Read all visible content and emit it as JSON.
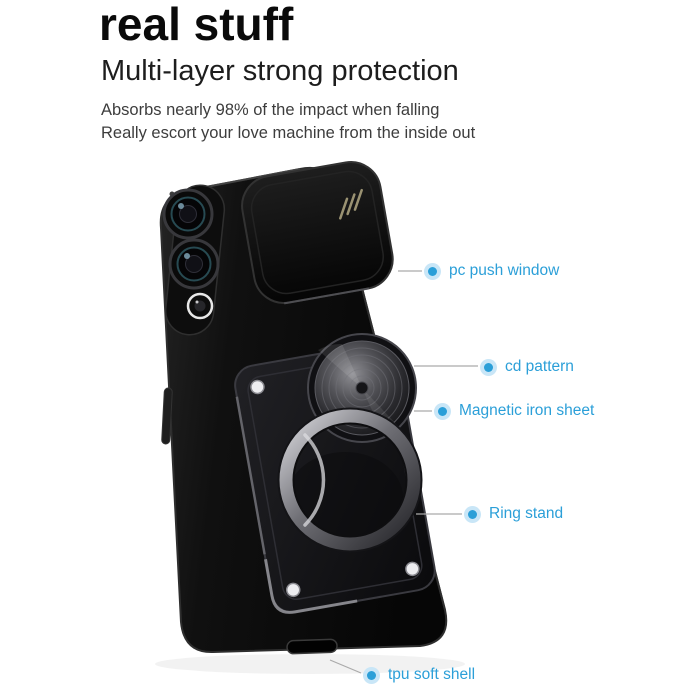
{
  "header": {
    "title": "real stuff",
    "subtitle": "Multi-layer strong protection",
    "description": [
      "Absorbs nearly 98% of the impact when falling",
      "Really escort your love machine from the inside out"
    ]
  },
  "callouts": [
    {
      "id": "pc-push-window",
      "label": "pc push window"
    },
    {
      "id": "cd-pattern",
      "label": "cd pattern"
    },
    {
      "id": "magnetic-iron-sheet",
      "label": "Magnetic iron sheet"
    },
    {
      "id": "ring-stand",
      "label": "Ring stand"
    },
    {
      "id": "tpu-soft-shell",
      "label": "tpu soft shell"
    }
  ],
  "colors": {
    "accent_blue": "#2b9fd8",
    "accent_blue_halo": "#c9e6f7",
    "title_black": "#0a0a0a",
    "body_gray": "#3d3d3d",
    "leader_line_gray": "#aaaaaa",
    "case_black": "#101010",
    "background": "#ffffff"
  }
}
